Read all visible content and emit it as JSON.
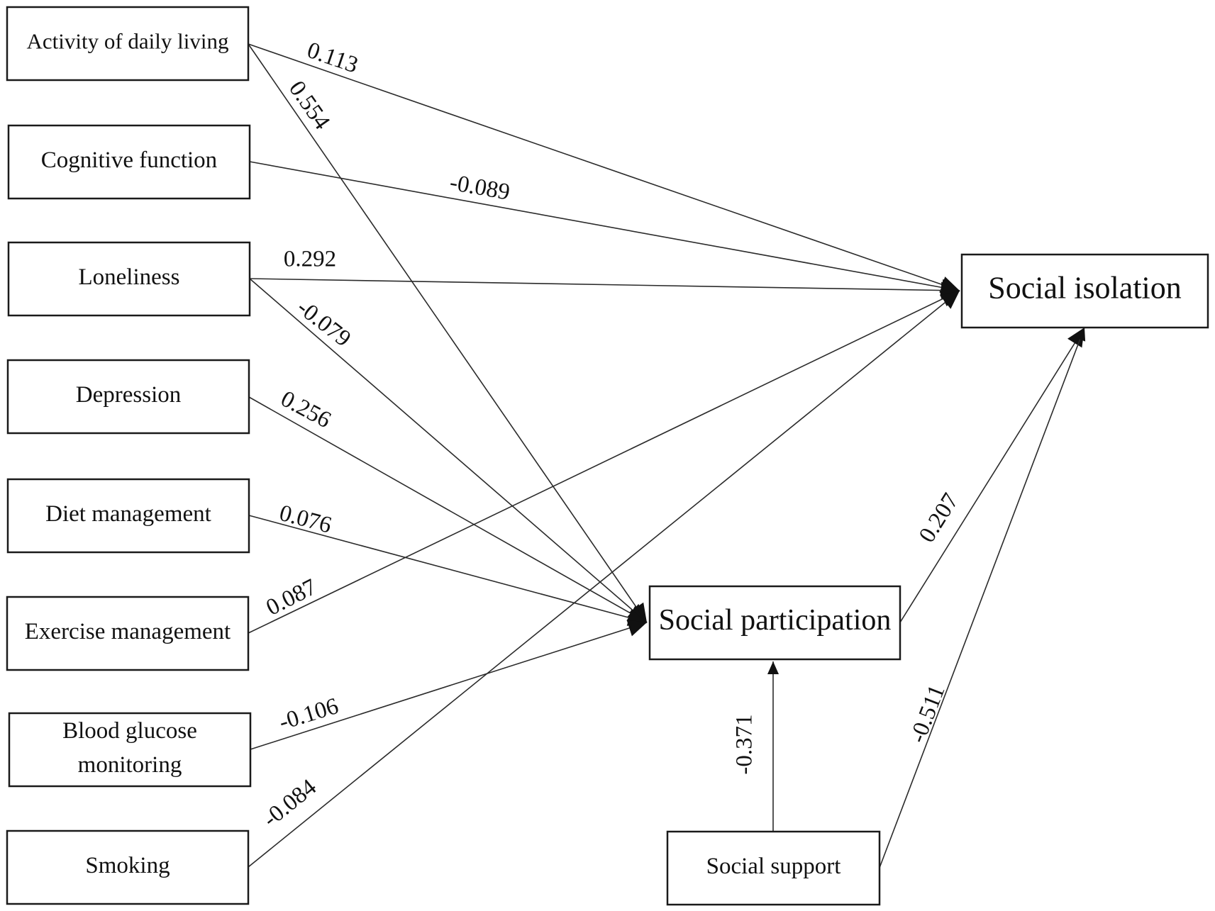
{
  "nodes": {
    "adl": {
      "lines": [
        "Activity of daily living"
      ]
    },
    "cog": {
      "lines": [
        "Cognitive function"
      ]
    },
    "lone": {
      "lines": [
        "Loneliness"
      ]
    },
    "dep": {
      "lines": [
        "Depression"
      ]
    },
    "diet": {
      "lines": [
        "Diet management"
      ]
    },
    "exer": {
      "lines": [
        "Exercise management"
      ]
    },
    "bgm": {
      "lines": [
        "Blood glucose",
        "monitoring"
      ]
    },
    "smok": {
      "lines": [
        "Smoking"
      ]
    },
    "iso": {
      "lines": [
        "Social isolation"
      ]
    },
    "part": {
      "lines": [
        "Social participation"
      ]
    },
    "supp": {
      "lines": [
        "Social support"
      ]
    }
  },
  "edges": [
    {
      "from": "adl",
      "to": "iso",
      "coef": "0.113"
    },
    {
      "from": "adl",
      "to": "part",
      "coef": "0.554"
    },
    {
      "from": "cog",
      "to": "iso",
      "coef": "-0.089"
    },
    {
      "from": "lone",
      "to": "iso",
      "coef": "0.292"
    },
    {
      "from": "lone",
      "to": "part",
      "coef": "-0.079"
    },
    {
      "from": "dep",
      "to": "part",
      "coef": "0.256"
    },
    {
      "from": "diet",
      "to": "part",
      "coef": "0.076"
    },
    {
      "from": "exer",
      "to": "iso",
      "coef": "0.087"
    },
    {
      "from": "bgm",
      "to": "part",
      "coef": "-0.106"
    },
    {
      "from": "smok",
      "to": "iso",
      "coef": "-0.084"
    },
    {
      "from": "part",
      "to": "iso",
      "coef": "0.207"
    },
    {
      "from": "supp",
      "to": "part",
      "coef": "-0.371"
    },
    {
      "from": "supp",
      "to": "iso",
      "coef": "-0.511"
    }
  ]
}
